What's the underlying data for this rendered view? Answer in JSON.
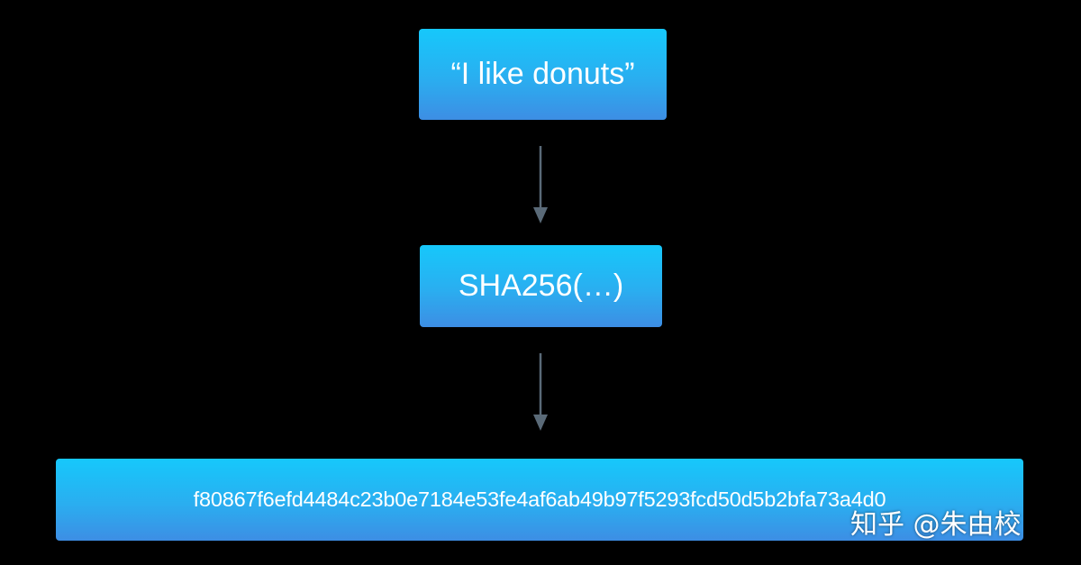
{
  "diagram": {
    "input_label": "“I like donuts”",
    "function_label": "SHA256(…)",
    "output_label": "f80867f6efd4484c23b0e7184e53fe4af6ab49b97f5293fcd50d5b2bfa73a4d0"
  },
  "watermark": {
    "text": "知乎 @朱由校"
  },
  "colors": {
    "background": "#000000",
    "box_top": "#16c8fb",
    "box_bottom": "#3d8ee4",
    "arrow": "#5a6a78",
    "text": "#ffffff"
  }
}
